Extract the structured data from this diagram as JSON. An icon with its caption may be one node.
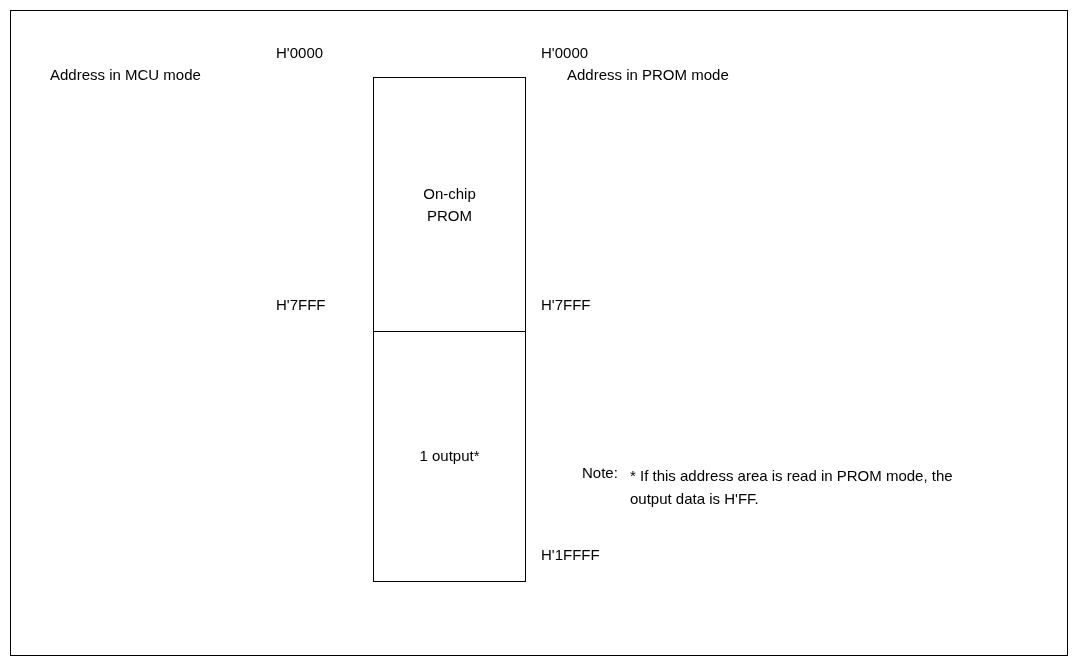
{
  "diagram": {
    "nodes": [
      {
        "text": [
          "On-chip PROM"
        ]
      },
      {
        "text": [
          "1 output*"
        ]
      }
    ],
    "labels": [
      "Address in MCU mode",
      "Address in PROM mode",
      "H'0000",
      "H'0000",
      "H'7FFF",
      "H'7FFF",
      "Note:",
      "* If this address area is read in PROM mode, the output data is H'FF.",
      "H'1FFFF"
    ]
  }
}
